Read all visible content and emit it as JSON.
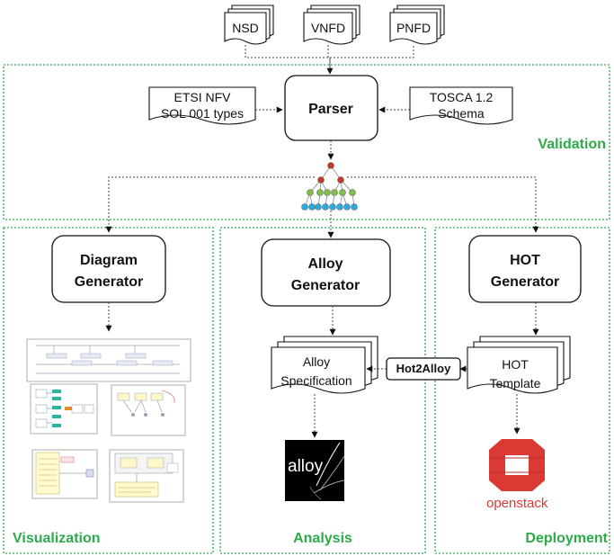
{
  "inputs": {
    "nsd": "NSD",
    "vnfd": "VNFD",
    "pnfd": "PNFD"
  },
  "etsi": {
    "line1": "ETSI NFV",
    "line2": "SOL 001 types"
  },
  "tosca": {
    "line1": "TOSCA 1.2",
    "line2": "Schema"
  },
  "parser": "Parser",
  "regions": {
    "validation": "Validation",
    "visualization": "Visualization",
    "analysis": "Analysis",
    "deployment": "Deployment"
  },
  "diagram_generator": {
    "line1": "Diagram",
    "line2": "Generator"
  },
  "alloy_generator": {
    "line1": "Alloy",
    "line2": "Generator"
  },
  "hot_generator": {
    "line1": "HOT",
    "line2": "Generator"
  },
  "alloy_spec": {
    "line1": "Alloy",
    "line2": "Specification"
  },
  "hot_template": {
    "line1": "HOT",
    "line2": "Template"
  },
  "hot2alloy": "Hot2Alloy",
  "logos": {
    "alloy": "alloy",
    "openstack": "openstack"
  },
  "colors": {
    "region_border": "#2eaa4a",
    "region_label": "#2eaa4a",
    "tree_red": "#c0392b",
    "tree_green": "#7dc242",
    "tree_blue": "#29abe2",
    "openstack_red": "#da3a33"
  }
}
